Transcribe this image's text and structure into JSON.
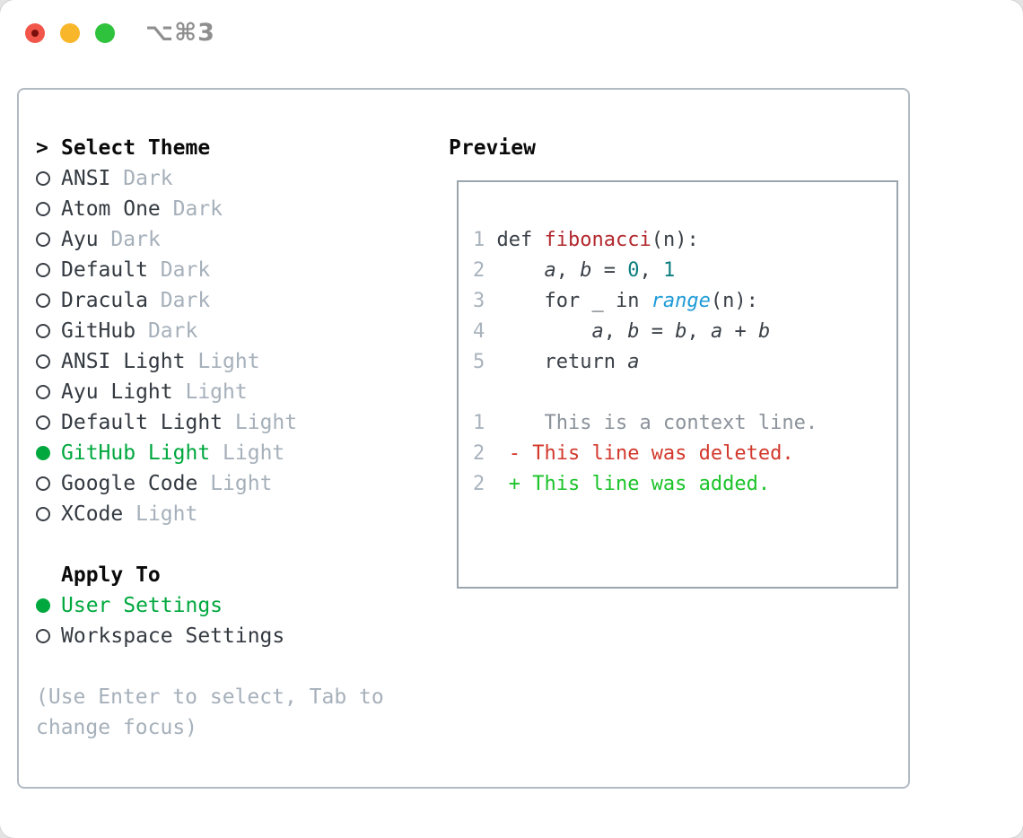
{
  "window": {
    "title": "⌥⌘3"
  },
  "colors": {
    "accent_green": "#00a83e",
    "muted": "#a6b0ba",
    "text": "#343a41",
    "function_red": "#b2282e",
    "deleted_red": "#d2382c",
    "added_green": "#1bc329",
    "number_teal": "#0e7e7f",
    "builtin_blue": "#1f9bd7",
    "traffic_red": "#f2564b",
    "traffic_yellow": "#f8b62b",
    "traffic_green": "#2fc23c"
  },
  "theme_picker": {
    "cursor": ">",
    "header": "Select Theme",
    "items": [
      {
        "name": "ANSI",
        "variant": "Dark",
        "selected": false
      },
      {
        "name": "Atom One",
        "variant": "Dark",
        "selected": false
      },
      {
        "name": "Ayu",
        "variant": "Dark",
        "selected": false
      },
      {
        "name": "Default",
        "variant": "Dark",
        "selected": false
      },
      {
        "name": "Dracula",
        "variant": "Dark",
        "selected": false
      },
      {
        "name": "GitHub",
        "variant": "Dark",
        "selected": false
      },
      {
        "name": "ANSI Light",
        "variant": "Light",
        "selected": false
      },
      {
        "name": "Ayu Light",
        "variant": "Light",
        "selected": false
      },
      {
        "name": "Default Light",
        "variant": "Light",
        "selected": false
      },
      {
        "name": "GitHub Light",
        "variant": "Light",
        "selected": true
      },
      {
        "name": "Google Code",
        "variant": "Light",
        "selected": false
      },
      {
        "name": "XCode",
        "variant": "Light",
        "selected": false
      }
    ],
    "apply_to": {
      "header": "Apply To",
      "options": [
        {
          "label": "User Settings",
          "selected": true
        },
        {
          "label": "Workspace Settings",
          "selected": false
        }
      ]
    },
    "hint_lines": [
      "(Use Enter to select, Tab to",
      "change focus)"
    ]
  },
  "preview": {
    "header": "Preview",
    "lines": [
      {
        "segments": [
          {
            "t": "1 ",
            "c": "ln"
          },
          {
            "t": "def ",
            "c": "fg"
          },
          {
            "t": "fibonacci",
            "c": "fn"
          },
          {
            "t": "(n):",
            "c": "fg"
          }
        ]
      },
      {
        "segments": [
          {
            "t": "2 ",
            "c": "ln"
          },
          {
            "t": "    ",
            "c": "fg"
          },
          {
            "t": "a",
            "c": "v"
          },
          {
            "t": ", ",
            "c": "fg"
          },
          {
            "t": "b",
            "c": "v"
          },
          {
            "t": " = ",
            "c": "fg"
          },
          {
            "t": "0",
            "c": "num"
          },
          {
            "t": ", ",
            "c": "fg"
          },
          {
            "t": "1",
            "c": "num"
          }
        ]
      },
      {
        "segments": [
          {
            "t": "3 ",
            "c": "ln"
          },
          {
            "t": "    for _ in ",
            "c": "fg"
          },
          {
            "t": "range",
            "c": "call"
          },
          {
            "t": "(n):",
            "c": "fg"
          }
        ]
      },
      {
        "segments": [
          {
            "t": "4 ",
            "c": "ln"
          },
          {
            "t": "        ",
            "c": "fg"
          },
          {
            "t": "a",
            "c": "v"
          },
          {
            "t": ", ",
            "c": "fg"
          },
          {
            "t": "b",
            "c": "v"
          },
          {
            "t": " = ",
            "c": "fg"
          },
          {
            "t": "b",
            "c": "v"
          },
          {
            "t": ", ",
            "c": "fg"
          },
          {
            "t": "a",
            "c": "v"
          },
          {
            "t": " + ",
            "c": "fg"
          },
          {
            "t": "b",
            "c": "v"
          }
        ]
      },
      {
        "segments": [
          {
            "t": "5 ",
            "c": "ln"
          },
          {
            "t": "    return ",
            "c": "fg"
          },
          {
            "t": "a",
            "c": "v"
          }
        ]
      },
      {
        "segments": []
      },
      {
        "segments": [
          {
            "t": "1 ",
            "c": "ln"
          },
          {
            "t": "    This is a context line.",
            "c": "ctx"
          }
        ]
      },
      {
        "segments": [
          {
            "t": "2 ",
            "c": "ln"
          },
          {
            "t": " ",
            "c": "fg"
          },
          {
            "t": "- This line was deleted.",
            "c": "del"
          }
        ]
      },
      {
        "segments": [
          {
            "t": "2 ",
            "c": "ln"
          },
          {
            "t": " ",
            "c": "fg"
          },
          {
            "t": "+ This line was added.",
            "c": "add"
          }
        ]
      }
    ]
  }
}
